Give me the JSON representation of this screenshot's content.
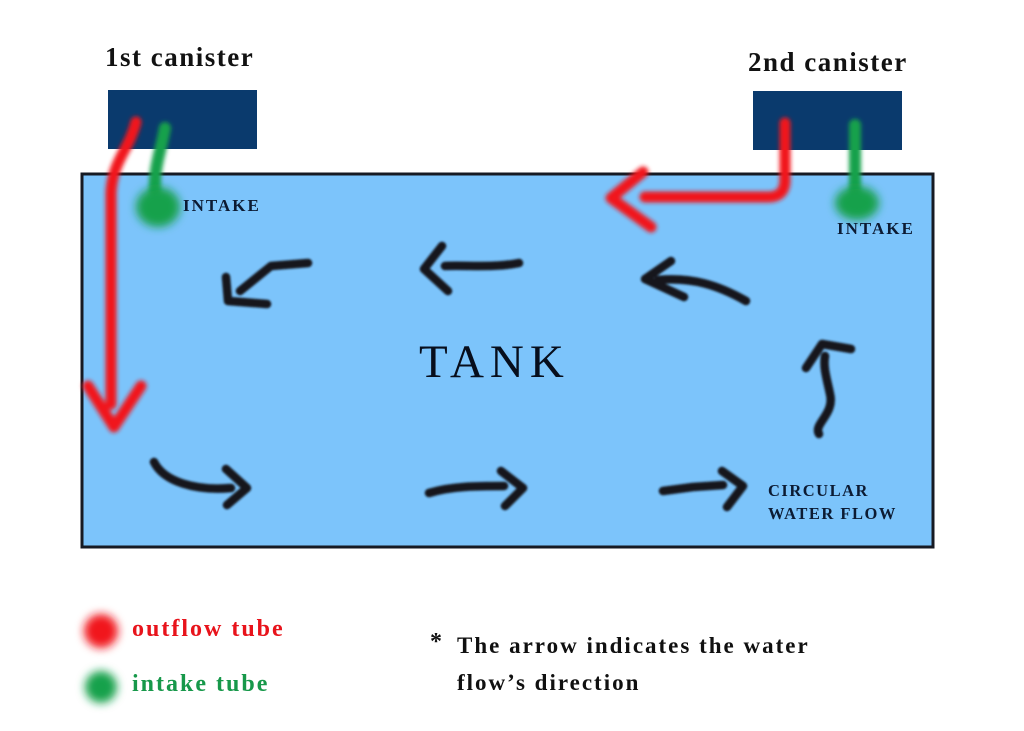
{
  "diagram": {
    "canister1_label": "1st canister",
    "canister2_label": "2nd canister",
    "intake1_label": "INTAKE",
    "intake2_label": "INTAKE",
    "tank_label": "TANK",
    "circular_flow_line1": "CIRCULAR",
    "circular_flow_line2": "WATER FLOW"
  },
  "legend": {
    "outflow_label": "outflow tube",
    "intake_label": "intake tube"
  },
  "note": {
    "asterisk": "*",
    "line1": "The arrow indicates the water",
    "line2": "flow’s direction"
  },
  "colors": {
    "tank_fill": "#7cc4fb",
    "tank_border": "#161a23",
    "canister": "#0a3a6d",
    "outflow_red": "#f1161d",
    "intake_green": "#17a14b",
    "flow_arrow": "#14161a"
  }
}
